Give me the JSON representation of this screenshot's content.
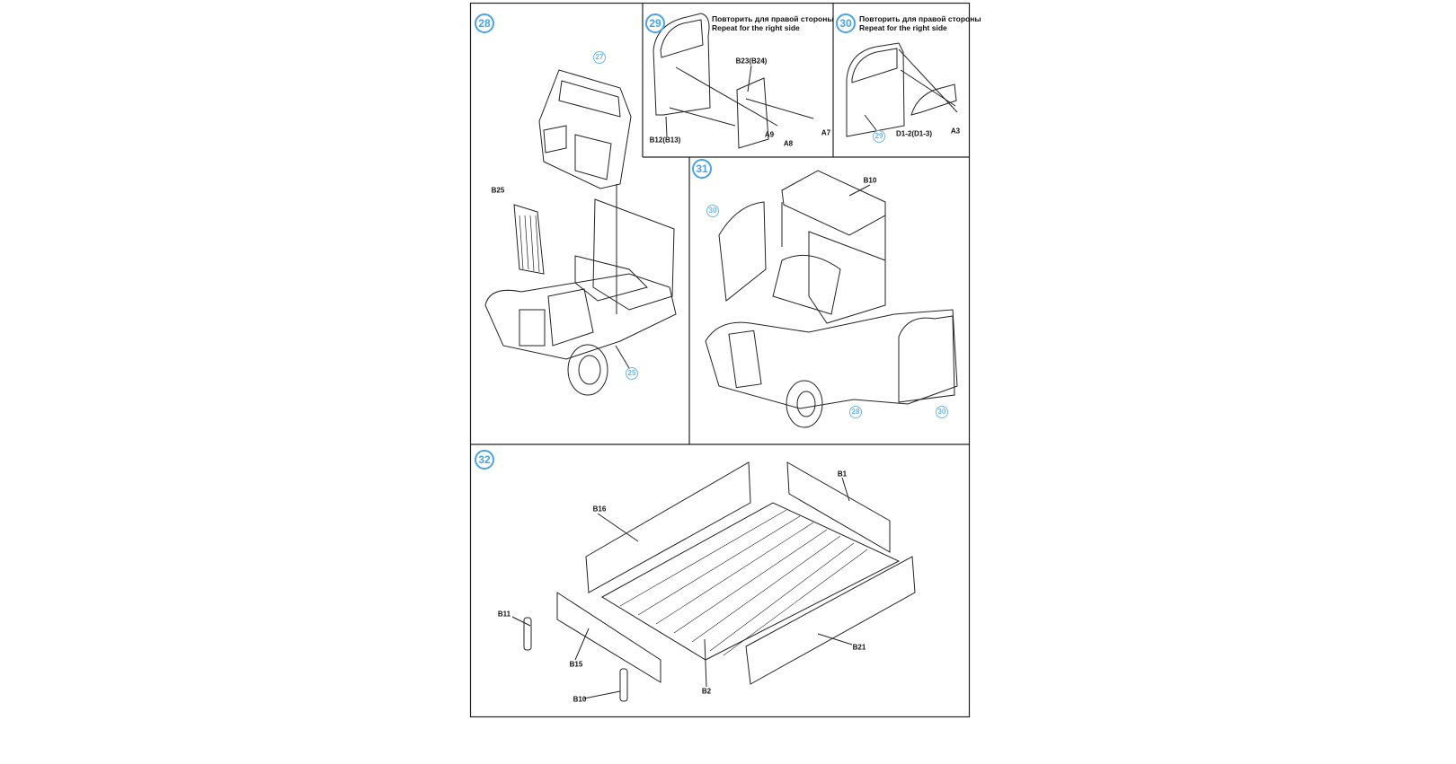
{
  "steps": {
    "s28": {
      "number": "28",
      "refs": [
        "27",
        "25"
      ],
      "parts": [
        "B25"
      ]
    },
    "s29": {
      "number": "29",
      "note_ru": "Повторить для правой стороны",
      "note_en": "Repeat for the right side",
      "parts": [
        "B23(B24)",
        "B12(B13)",
        "A9",
        "A8",
        "A7"
      ]
    },
    "s30": {
      "number": "30",
      "note_ru": "Повторить для правой стороны",
      "note_en": "Repeat for the right side",
      "refs": [
        "29"
      ],
      "parts": [
        "D1-2(D1-3)",
        "A3"
      ]
    },
    "s31": {
      "number": "31",
      "refs": [
        "30",
        "28",
        "30"
      ],
      "parts": [
        "B10"
      ]
    },
    "s32": {
      "number": "32",
      "parts": [
        "B16",
        "B1",
        "B11",
        "B15",
        "B10",
        "B2",
        "B21"
      ]
    }
  },
  "colors": {
    "accent": "#4aa3e8",
    "line": "#222222"
  }
}
